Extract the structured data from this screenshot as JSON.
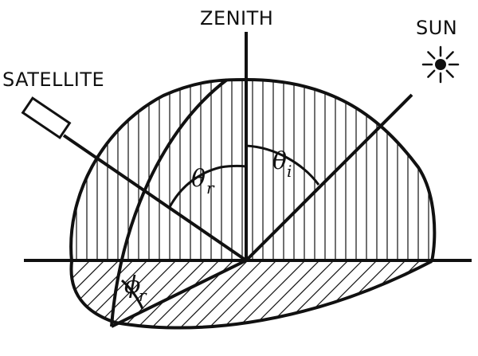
{
  "labels": {
    "zenith": "ZENITH",
    "sun": "SUN",
    "satellite": "SATELLITE"
  },
  "angles": {
    "theta_r": {
      "symbol": "θ",
      "sub": "r"
    },
    "theta_i": {
      "symbol": "θ",
      "sub": "i"
    },
    "phi_r": {
      "symbol": "ϕ",
      "sub": "r"
    }
  }
}
